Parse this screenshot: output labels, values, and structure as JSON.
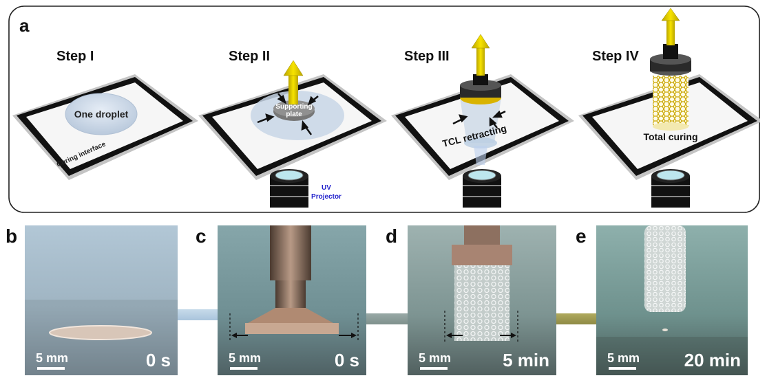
{
  "panel_a": {
    "letter": "a",
    "steps": [
      "Step I",
      "Step II",
      "Step III",
      "Step IV"
    ],
    "labels": {
      "one_droplet": "One droplet",
      "curing_interface": "Curing interface",
      "supporting": "Supporting",
      "plate": "plate",
      "uv": "UV",
      "projector": "Projector",
      "tcl": "TCL retracting",
      "total": "Total curing"
    }
  },
  "photos": [
    {
      "letter": "b",
      "scale": "5 mm",
      "time": "0 s"
    },
    {
      "letter": "c",
      "scale": "5 mm",
      "time": "0 s"
    },
    {
      "letter": "d",
      "scale": "5 mm",
      "time": "5 min"
    },
    {
      "letter": "e",
      "scale": "5 mm",
      "time": "20 min"
    }
  ],
  "colors": {
    "arrow_yellow": "#e8d200",
    "uv_blue": "#2222cc"
  }
}
